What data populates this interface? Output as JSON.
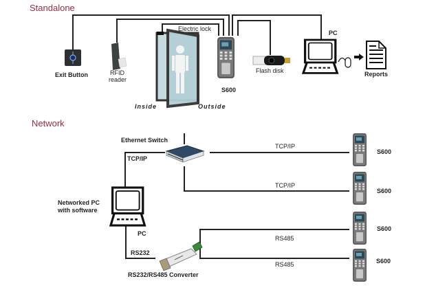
{
  "standalone": {
    "title": "Standalone",
    "exit_button_label": "Exit Button",
    "rfid_label_1": "RFID",
    "rfid_label_2": "reader",
    "electric_lock_label": "Electric lock",
    "inside_label": "Inside",
    "outside_label": "Outside",
    "device_label": "S600",
    "flash_disk_label": "Flash disk",
    "pc_label": "PC",
    "reports_label": "Reports"
  },
  "network": {
    "title": "Network",
    "switch_label": "Ethernet Switch",
    "pc_link_label": "TCP/IP",
    "networked_pc_label_1": "Networked PC",
    "networked_pc_label_2": "with software",
    "pc_label": "PC",
    "rs232_label": "RS232",
    "converter_label": "RS232/RS485 Converter",
    "devices": [
      {
        "link": "TCP/IP",
        "name": "S600"
      },
      {
        "link": "TCP/IP",
        "name": "S600"
      },
      {
        "link": "RS485",
        "name": "S600"
      },
      {
        "link": "RS485",
        "name": "S600"
      }
    ]
  },
  "colors": {
    "title": "#9b2c3f",
    "wire": "#222222",
    "device_body": "#555555",
    "switch": "#2e4a66",
    "converter_plug": "#3a8a3a"
  }
}
